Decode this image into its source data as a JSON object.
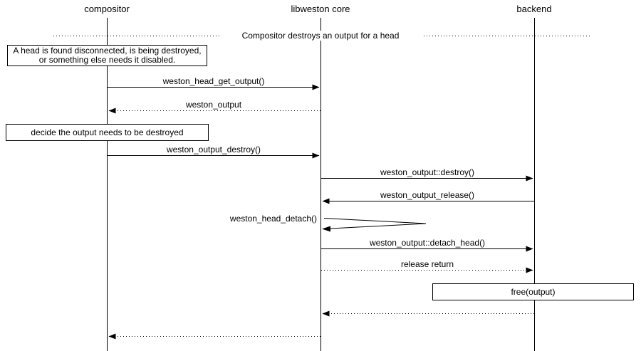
{
  "diagram": {
    "title": "Compositor destroys an output for a head",
    "participants": [
      {
        "label": "compositor"
      },
      {
        "label": "libweston core"
      },
      {
        "label": "backend"
      }
    ],
    "notes": [
      {
        "text": "A head is found disconnected, is being destroyed, or something else needs it disabled."
      },
      {
        "text": "decide the output needs to be destroyed"
      },
      {
        "text": "free(output)"
      }
    ],
    "messages": [
      {
        "label": "weston_head_get_output()",
        "from": "compositor",
        "to": "libweston core",
        "style": "solid"
      },
      {
        "label": "weston_output",
        "from": "libweston core",
        "to": "compositor",
        "style": "dotted"
      },
      {
        "label": "weston_output_destroy()",
        "from": "compositor",
        "to": "libweston core",
        "style": "solid"
      },
      {
        "label": "weston_output::destroy()",
        "from": "libweston core",
        "to": "backend",
        "style": "solid"
      },
      {
        "label": "weston_output_release()",
        "from": "backend",
        "to": "libweston core",
        "style": "solid"
      },
      {
        "label": "weston_head_detach()",
        "from": "libweston core",
        "to": "libweston core",
        "style": "self"
      },
      {
        "label": "weston_output::detach_head()",
        "from": "libweston core",
        "to": "backend",
        "style": "solid"
      },
      {
        "label": "release return",
        "from": "libweston core",
        "to": "backend",
        "style": "dotted"
      },
      {
        "label": "",
        "from": "backend",
        "to": "libweston core",
        "style": "dotted"
      },
      {
        "label": "",
        "from": "libweston core",
        "to": "compositor",
        "style": "dotted"
      }
    ]
  }
}
